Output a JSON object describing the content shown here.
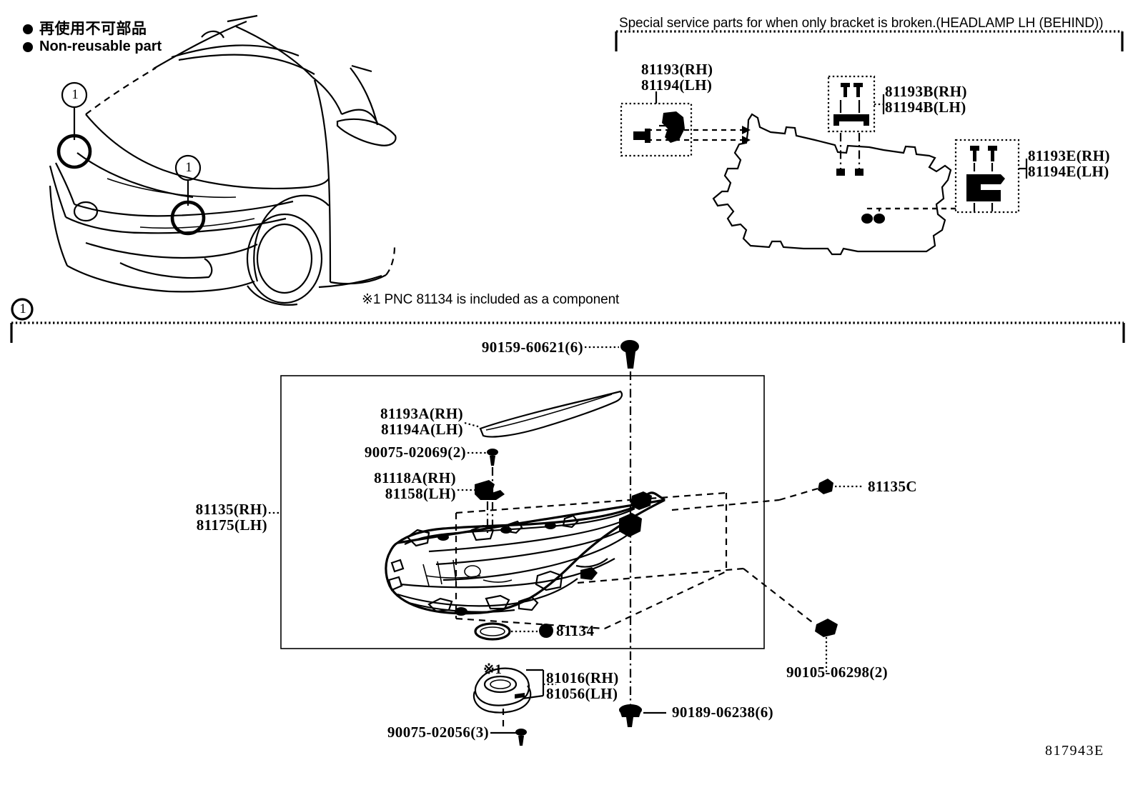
{
  "legend": {
    "jp": "再使用不可部品",
    "en": "Non-reusable part"
  },
  "callouts": {
    "car_marker_1": "1",
    "car_marker_2": "1",
    "section_marker": "1"
  },
  "special_section": {
    "header": "Special service parts for when only bracket is broken.(HEADLAMP LH (BEHIND))",
    "labels": [
      {
        "line1": "81193(RH)",
        "line2": "81194(LH)"
      },
      {
        "line1": "81193B(RH)",
        "line2": "81194B(LH)"
      },
      {
        "line1": "81193E(RH)",
        "line2": "81194E(LH)"
      }
    ]
  },
  "footnote": "※1 PNC 81134 is included as a component",
  "main_section": {
    "assembly": {
      "line1": "81135(RH)",
      "line2": "81175(LH)"
    },
    "labels": [
      {
        "id": "screw-top",
        "text": "90159-60621(6)"
      },
      {
        "id": "garnish",
        "line1": "81193A(RH)",
        "line2": "81194A(LH)"
      },
      {
        "id": "screw-bracket",
        "text": "90075-02069(2)"
      },
      {
        "id": "bracket-upper",
        "line1": "81118A(RH)",
        "line2": "81158(LH)"
      },
      {
        "id": "cap-right",
        "text": "81135C"
      },
      {
        "id": "gasket",
        "text": "81134",
        "marker": "non-reusable"
      },
      {
        "id": "bulb-cover",
        "line1": "81016(RH)",
        "line2": "81056(LH)",
        "note_ref": "※1"
      },
      {
        "id": "screw-cover",
        "text": "90075-02056(3)"
      },
      {
        "id": "clip-bottom",
        "text": "90189-06238(6)"
      },
      {
        "id": "bolt-lower",
        "text": "90105-06298(2)"
      }
    ]
  },
  "drawing_number": "817943E"
}
